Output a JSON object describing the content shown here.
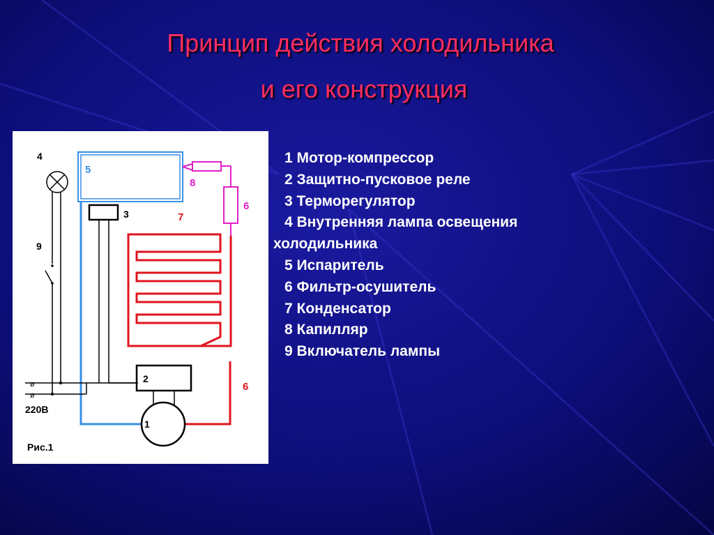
{
  "title": {
    "line1": "Принцип действия холодильника",
    "line2": "и его конструкция"
  },
  "diagram": {
    "labels": {
      "n1": "1",
      "n2": "2",
      "n3": "3",
      "n4": "4",
      "n5": "5",
      "n6_filter": "6",
      "n6_pipe": "6",
      "n7": "7",
      "n8": "8",
      "n9": "9",
      "voltage": "220В",
      "caption": "Рис.1"
    },
    "colors": {
      "background": "#0a0a5c",
      "title": "#ff2d5e",
      "condenser": "#e0141e",
      "evaporator": "#3a8ee6",
      "capillary": "#e020c8",
      "wire": "#000000"
    }
  },
  "legend": {
    "items": [
      "1 Мотор-компрессор",
      "2 Защитно-пусковое реле",
      "3 Терморегулятор",
      "4 Внутренняя лампа освещения",
      "холодильника",
      "5 Испаритель",
      "6 Фильтр-осушитель",
      "7 Конденсатор",
      "8 Капилляр",
      "9 Включатель лампы"
    ]
  }
}
